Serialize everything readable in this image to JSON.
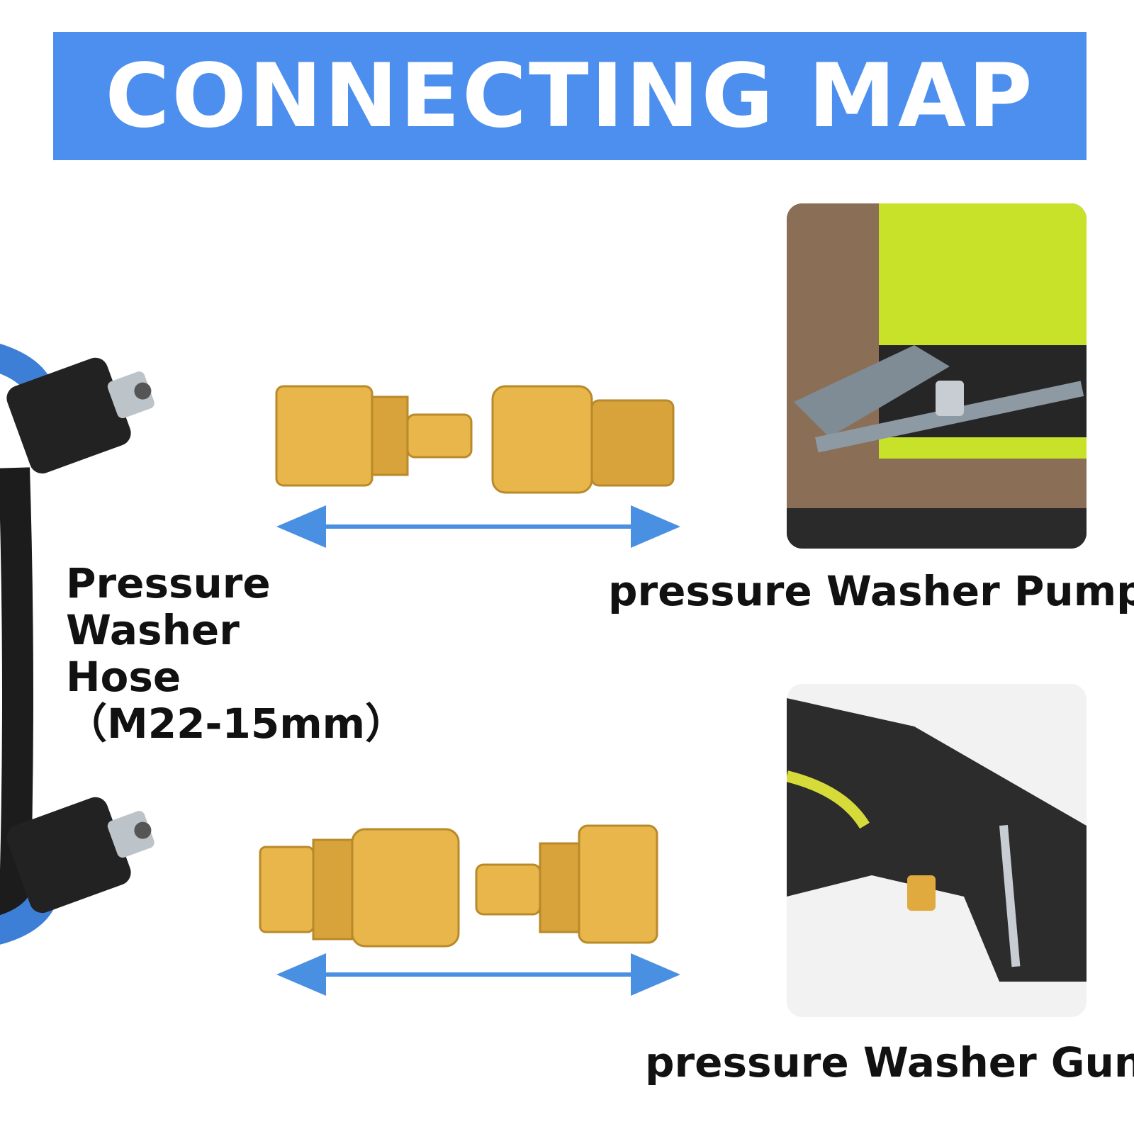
{
  "banner": {
    "title": "CONNECTING MAP"
  },
  "labels": {
    "hose": [
      "Pressure",
      "Washer",
      "Hose",
      "（M22-15mm）"
    ],
    "pump": "pressure Washer Pump",
    "gun": "pressure Washer Gun"
  },
  "colors": {
    "banner": "#4d8fee",
    "arrow": "#4a90e2",
    "brass": "#e8b64a",
    "hose_blue": "#3d7fd6",
    "washer_green": "#c8e22a"
  }
}
